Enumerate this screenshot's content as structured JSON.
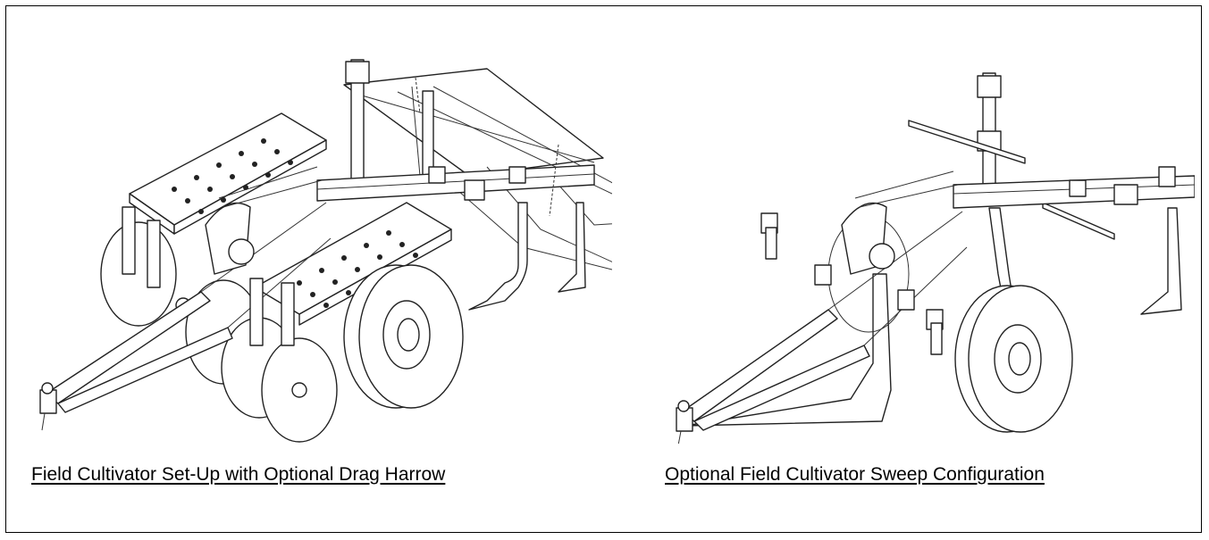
{
  "figures": [
    {
      "caption": "Field Cultivator Set-Up with Optional Drag Harrow",
      "drawing_icon": "field-cultivator-drag-harrow-drawing"
    },
    {
      "caption": "Optional Field Cultivator Sweep Configuration",
      "drawing_icon": "field-cultivator-sweep-drawing"
    }
  ],
  "colors": {
    "line": "#222222",
    "background": "#ffffff"
  }
}
